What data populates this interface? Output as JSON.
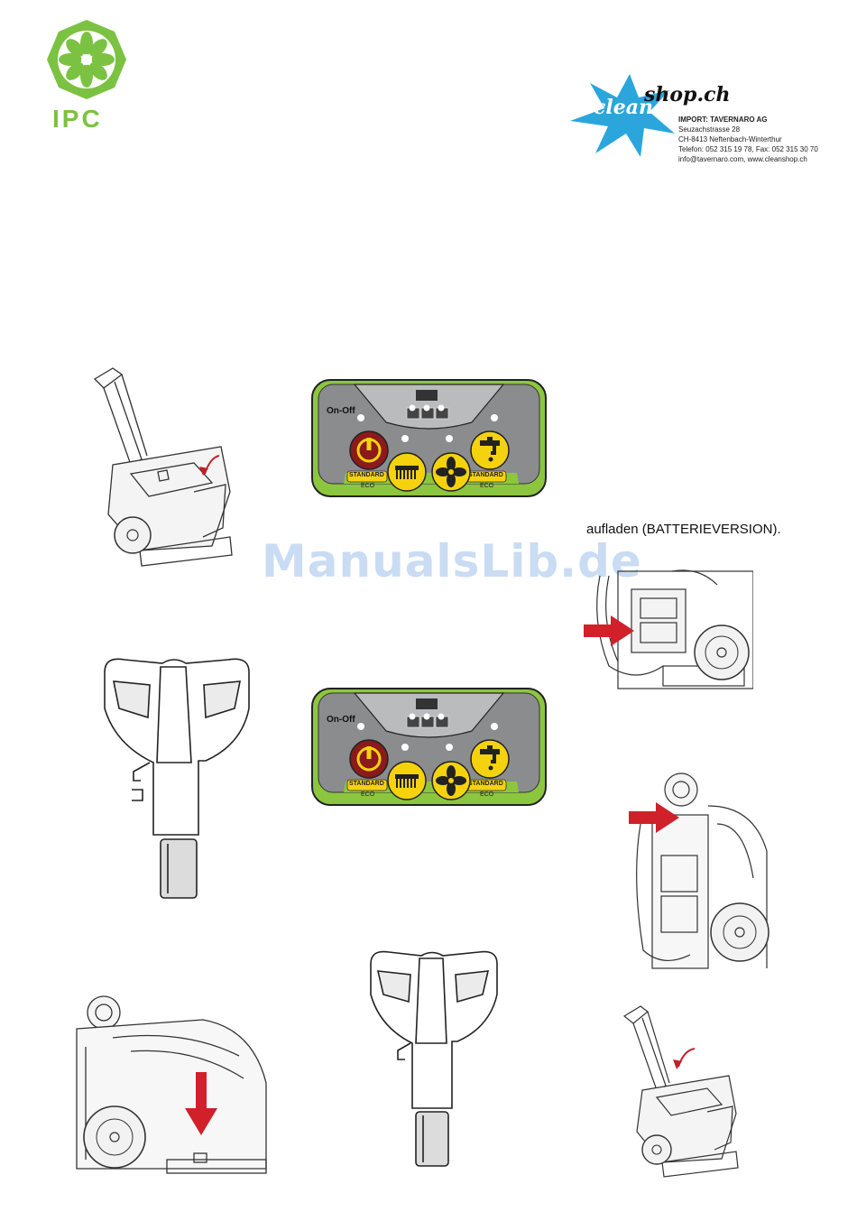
{
  "header": {
    "ipc_logo_text": "IPC",
    "cleanshop": {
      "brand_clean": "clean",
      "brand_shop": "shop.ch",
      "company": "IMPORT: TAVERNARO AG",
      "street": "Seuzachstrasse 28",
      "city": "CH-8413 Neftenbach-Winterthur",
      "phone": "Telefon: 052 315 19 78, Fax: 052 315 30 70",
      "web": "info@tavernaro.com, www.cleanshop.ch"
    }
  },
  "watermark": "ManualsLib.de",
  "body_text": "aufladen (BATTERIEVERSION).",
  "control_panel": {
    "on_off_label": "On-Off",
    "standard_label": "STANDARD",
    "eco_label": "ECO"
  },
  "colors": {
    "ipc_green": "#7cc242",
    "cleanshop_blue": "#2aa6dc",
    "panel_green": "#8cc63f",
    "panel_grey": "#8a8c8e",
    "button_yellow": "#f5d20e",
    "button_red": "#8b1a1a",
    "arrow_red": "#d0202a"
  }
}
